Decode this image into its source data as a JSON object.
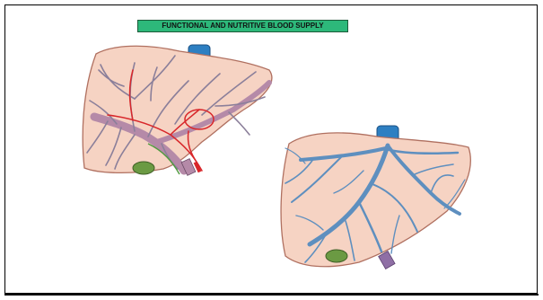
{
  "title": "FUNCTIONAL AND NUTRITIVE BLOOD SUPPLY",
  "colors": {
    "title_background": "#2db87a",
    "liver_fill": "#f6d3c3",
    "liver_outline": "#b07060",
    "portal_vein": "#b58aa8",
    "hepatic_artery": "#d8262a",
    "hepatic_vein": "#5e8fbf",
    "vena_cava": "#2d7fc2",
    "gallbladder": "#6b9a43"
  },
  "figures": [
    {
      "name": "liver-portal-and-arterial-supply",
      "icon": "liver-with-portal-vein-and-hepatic-artery"
    },
    {
      "name": "liver-hepatic-venous-drainage",
      "icon": "liver-with-hepatic-veins"
    }
  ]
}
